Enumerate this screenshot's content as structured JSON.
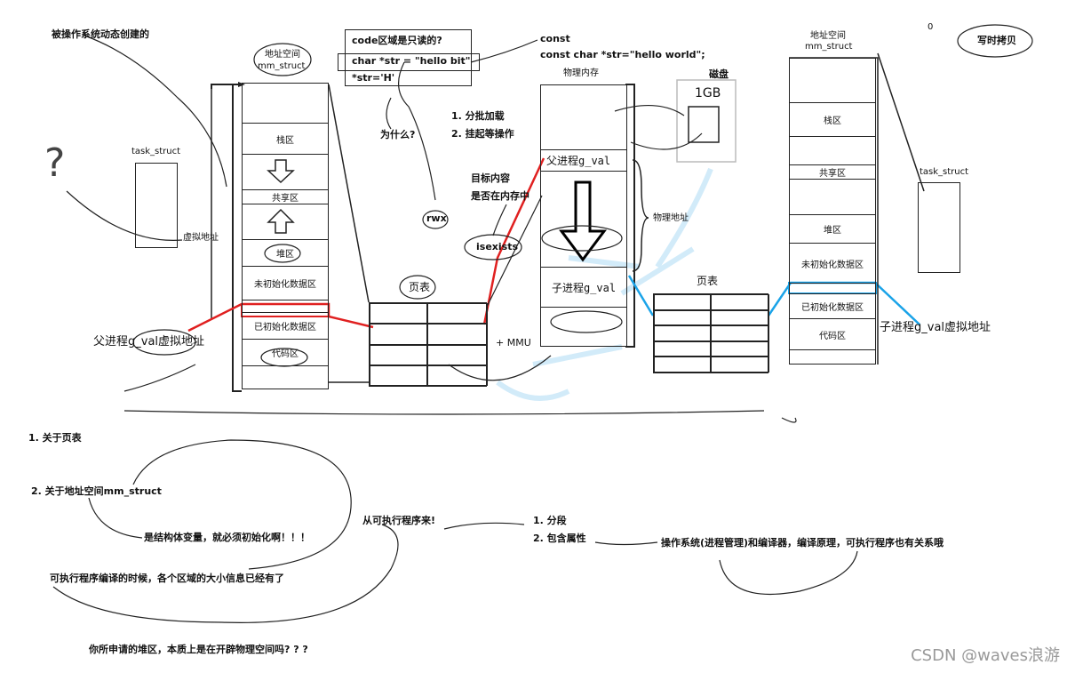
{
  "annotations": {
    "os_created": "被操作系统动态创建的",
    "question_mark": "?",
    "code_readonly": "code区域是只读的?",
    "char_str": "char *str = \"hello bit\"",
    "str_assign": "*str='H'",
    "why": "为什么?",
    "item1": "1. 分批加载",
    "item2": "2. 挂起等操作",
    "target_content": "目标内容",
    "in_memory": "是否在内存中",
    "rwx": "rwx",
    "isexists": "isexists",
    "const": "const",
    "const_char": "const char *str=\"hello world\";",
    "disk": "磁盘",
    "disk_1gb": "1GB",
    "mmu": "+ MMU",
    "physical_addr": "物理地址",
    "cow": "写时拷贝",
    "cow_circle": "0",
    "parent_vaddr": "父进程g_val虚拟地址",
    "child_vaddr": "子进程g_val虚拟地址"
  },
  "left_space": {
    "title_line1": "地址空间",
    "title_line2": "mm_struct",
    "task_struct": "task_struct",
    "virtual_addr": "虚拟地址",
    "segments": [
      "栈区",
      "共享区",
      "堆区",
      "未初始化数据区",
      "已初始化数据区",
      "代码区"
    ]
  },
  "page_table_left": {
    "label": "页表"
  },
  "physical_memory": {
    "label": "物理内存",
    "parent_slot": "父进程g_val",
    "child_slot": "子进程g_val"
  },
  "page_table_right": {
    "label": "页表"
  },
  "right_space": {
    "title_line1": "地址空间",
    "title_line2": "mm_struct",
    "task_struct": "task_struct",
    "segments": [
      "栈区",
      "共享区",
      "堆区",
      "未初始化数据区",
      "已初始化数据区",
      "代码区"
    ]
  },
  "notes": {
    "n1": "1. 关于页表",
    "n2": "2. 关于地址空间mm_struct",
    "n3": "是结构体变量，就必须初始化啊！！！",
    "n4": "从可执行程序来!",
    "n5": "1. 分段",
    "n6": "2. 包含属性",
    "n7": "操作系统(进程管理)和编译器，编译原理，可执行程序也有关系哦",
    "n8": "可执行程序编译的时候，各个区域的大小信息已经有了",
    "n9": "你所申请的堆区，本质上是在开辟物理空间吗? ? ?"
  },
  "watermark": "CSDN @waves浪游",
  "colors": {
    "ink": "#111111",
    "red": "#e02020",
    "blue": "#1aa3e8",
    "light_blue": "#bfe3f7"
  }
}
